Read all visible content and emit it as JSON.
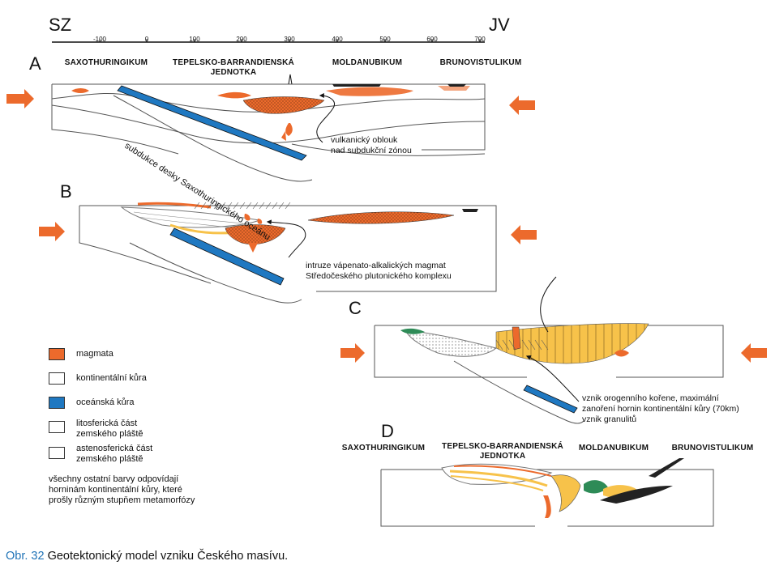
{
  "direction": {
    "left": "SZ",
    "right": "JV"
  },
  "scale": {
    "ticks": [
      "-100",
      "0",
      "100",
      "200",
      "300",
      "400",
      "500",
      "600",
      "700"
    ]
  },
  "panels": {
    "A": {
      "letter": "A",
      "units": [
        "SAXOTHURINGIKUM",
        "TEPELSKO-BARRANDIENSKÁ JEDNOTKA",
        "MOLDANUBIKUM",
        "BRUNOVISTULIKUM"
      ],
      "slab_label": "subdukce desky Saxothuringického oceánu",
      "note_lines": [
        "vulkanický oblouk",
        "nad subdukční zónou"
      ]
    },
    "B": {
      "letter": "B",
      "note_lines": [
        "intruze vápenato-alkalických magmat",
        "Středočeského plutonického komplexu"
      ]
    },
    "C": {
      "letter": "C",
      "note_lines": [
        "vznik orogenního kořene, maximální",
        "zanoření hornin kontinentální kůry (70km)",
        "vznik granulitů"
      ]
    },
    "D": {
      "letter": "D",
      "units": [
        "SAXOTHURINGIKUM",
        "TEPELSKO-BARRANDIENSKÁ JEDNOTKA",
        "MOLDANUBIKUM",
        "BRUNOVISTULIKUM"
      ]
    }
  },
  "legend": {
    "items": [
      {
        "label": "magmata",
        "color": "#ec6a2c"
      },
      {
        "label": "kontinentální kůra",
        "color": "#ffffff"
      },
      {
        "label": "oceánská kůra",
        "color": "#1f78c1"
      },
      {
        "label": "litosferická část zemského pláště",
        "color": "#ffffff"
      },
      {
        "label": "astenosferická část zemského pláště",
        "color": "#ffffff"
      }
    ],
    "lines": [
      [
        "litosferická část",
        "zemského pláště"
      ],
      [
        "astenosferická část",
        "zemského pláště"
      ]
    ],
    "note_lines": [
      "všechny ostatní barvy odpovídají",
      "horninám kontinentální kůry, které",
      "prošly různým stupňem metamorfózy"
    ]
  },
  "caption": {
    "number": "Obr. 32",
    "text": "Geotektonický model vzniku Českého masívu."
  },
  "colors": {
    "magma": "#ec6a2c",
    "ocean": "#1f78c1",
    "arrow": "#ec6a2c",
    "yellow": "#f7c24a",
    "green": "#2e8b57"
  }
}
